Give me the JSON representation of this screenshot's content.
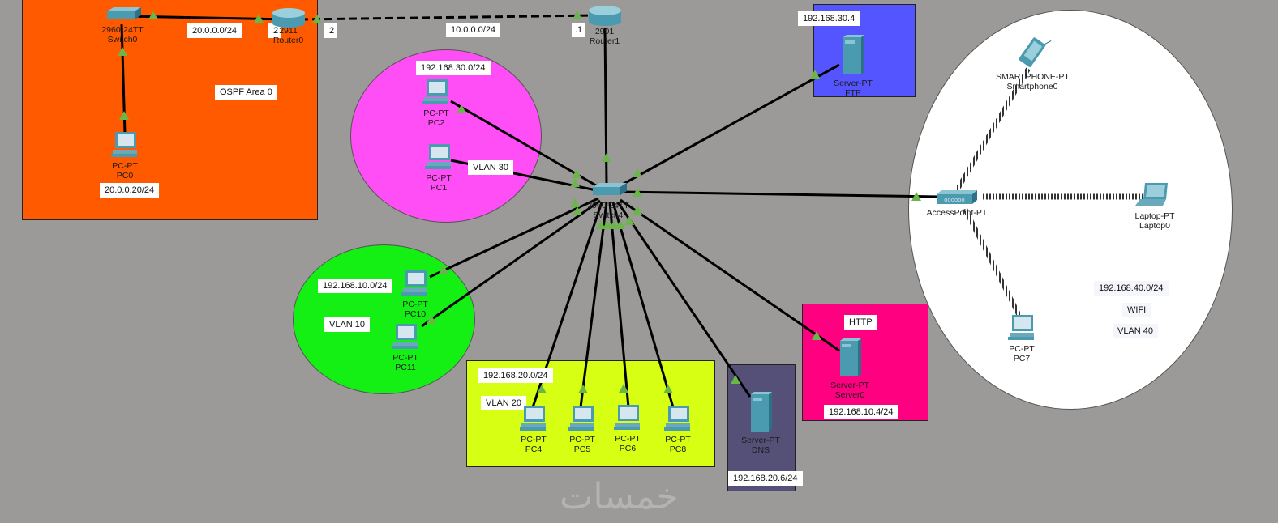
{
  "areas": {
    "ospf": {
      "label": "OSPF  Area 0",
      "color": "#ff5a00"
    },
    "vlan30": {
      "network": "192.168.30.0/24",
      "vlan": "VLAN 30",
      "color": "#ff4ef5"
    },
    "vlan10": {
      "network": "192.168.10.0/24",
      "vlan": "VLAN 10",
      "color": "#14f014"
    },
    "vlan20": {
      "network": "192.168.20.0/24",
      "vlan": "VLAN 20",
      "color": "#d6ff14"
    },
    "ftp": {
      "ip": "192.168.30.4",
      "color": "#5555ff"
    },
    "dns": {
      "ip": "192.168.20.6/24",
      "color": "#545078"
    },
    "http": {
      "label": "HTTP",
      "ip": "192.168.10.4/24",
      "color": "#ff0080"
    },
    "wifi": {
      "network": "192.168.40.0/24",
      "ssid": "WIFI",
      "vlan": "VLAN 40",
      "color": "#ffffff"
    }
  },
  "links": {
    "sw0_r0": "20.0.0.0/24",
    "r0_r1": "10.0.0.0/24",
    "r0_left_if": ".2",
    "r0_right_if": ".2",
    "r1_if": ".1",
    "pc0_ip": "20.0.0.20/24"
  },
  "devices": {
    "switch0": {
      "model": "2960-24TT",
      "name": "Switch0"
    },
    "router0": {
      "model": "2911",
      "name": "Router0"
    },
    "router1": {
      "model": "2901",
      "name": "Router1"
    },
    "switch4": {
      "model": "2960-24TT",
      "name": "Switch4"
    },
    "pc0": {
      "model": "PC-PT",
      "name": "PC0"
    },
    "pc1": {
      "model": "PC-PT",
      "name": "PC1"
    },
    "pc2": {
      "model": "PC-PT",
      "name": "PC2"
    },
    "pc10": {
      "model": "PC-PT",
      "name": "PC10"
    },
    "pc11": {
      "model": "PC-PT",
      "name": "PC11"
    },
    "pc4": {
      "model": "PC-PT",
      "name": "PC4"
    },
    "pc5": {
      "model": "PC-PT",
      "name": "PC5"
    },
    "pc6": {
      "model": "PC-PT",
      "name": "PC6"
    },
    "pc8": {
      "model": "PC-PT",
      "name": "PC8"
    },
    "pc7": {
      "model": "PC-PT",
      "name": "PC7"
    },
    "ftp": {
      "model": "Server-PT",
      "name": "FTP"
    },
    "dns": {
      "model": "Server-PT",
      "name": "DNS"
    },
    "server0": {
      "model": "Server-PT",
      "name": "Server0"
    },
    "ap": {
      "model": "AccessPoint-PT",
      "name": ""
    },
    "smartphone0": {
      "model": "SMARTPHONE-PT",
      "name": "Smartphone0"
    },
    "laptop0": {
      "model": "Laptop-PT",
      "name": "Laptop0"
    }
  },
  "watermark": "خمسات"
}
